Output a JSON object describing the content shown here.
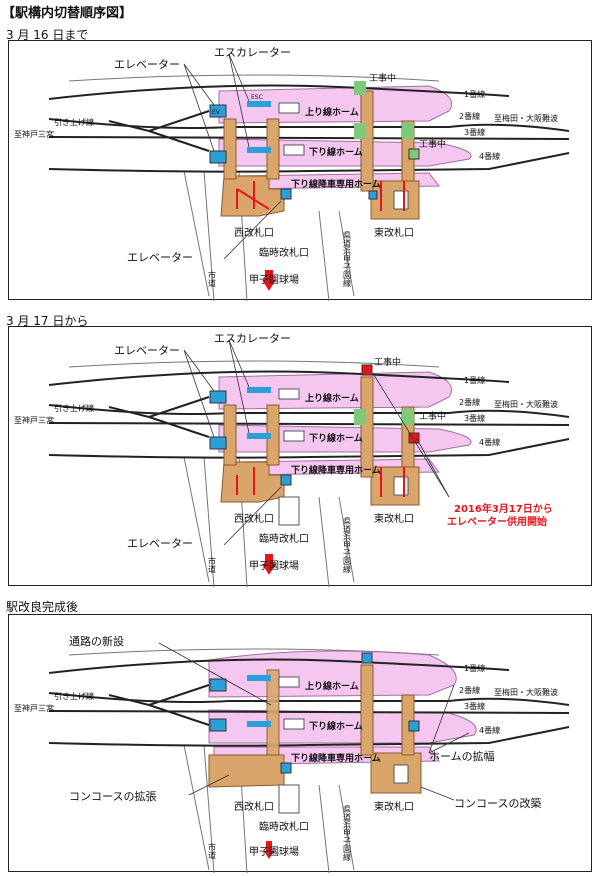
{
  "title": "【駅構内切替順序図】",
  "labels": {
    "escalator": "エスカレーター",
    "elevator": "エレベーター",
    "under_construction": "工事中",
    "up_platform": "上り線ホーム",
    "down_platform": "下り線ホーム",
    "down_alight_platform": "下り線降車専用ホーム",
    "track1": "1番線",
    "track2": "2番線",
    "track3": "3番線",
    "track4": "4番線",
    "siding": "引き上げ線",
    "to_kobe": "至神戸三宮",
    "to_umeda": "至梅田・大阪難波",
    "west_gate": "西改札口",
    "east_gate": "東改札口",
    "temp_gate": "臨時改札口",
    "stadium": "甲子園球場",
    "city_road": "市道",
    "prefectural_road": "県道浜甲子園線",
    "ev": "EV",
    "esc": "ESC"
  },
  "sections": [
    {
      "label": "3 月 16 日まで"
    },
    {
      "label": "3 月 17 日から",
      "note_line1": "2016年3月17日から",
      "note_line2": "エレベーター供用開始"
    },
    {
      "label": "駅改良完成後",
      "callout_passage": "通路の新設",
      "callout_platform": "ホームの拡幅",
      "callout_concourse_expand": "コンコースの拡張",
      "callout_concourse_renovate": "コンコースの改築"
    }
  ],
  "colors": {
    "platform": "#f4c6f0",
    "concourse": "#d9a56b",
    "green": "#7fc97a",
    "red": "#e8141b",
    "blue": "#2a9fd8",
    "track": "#222222"
  }
}
